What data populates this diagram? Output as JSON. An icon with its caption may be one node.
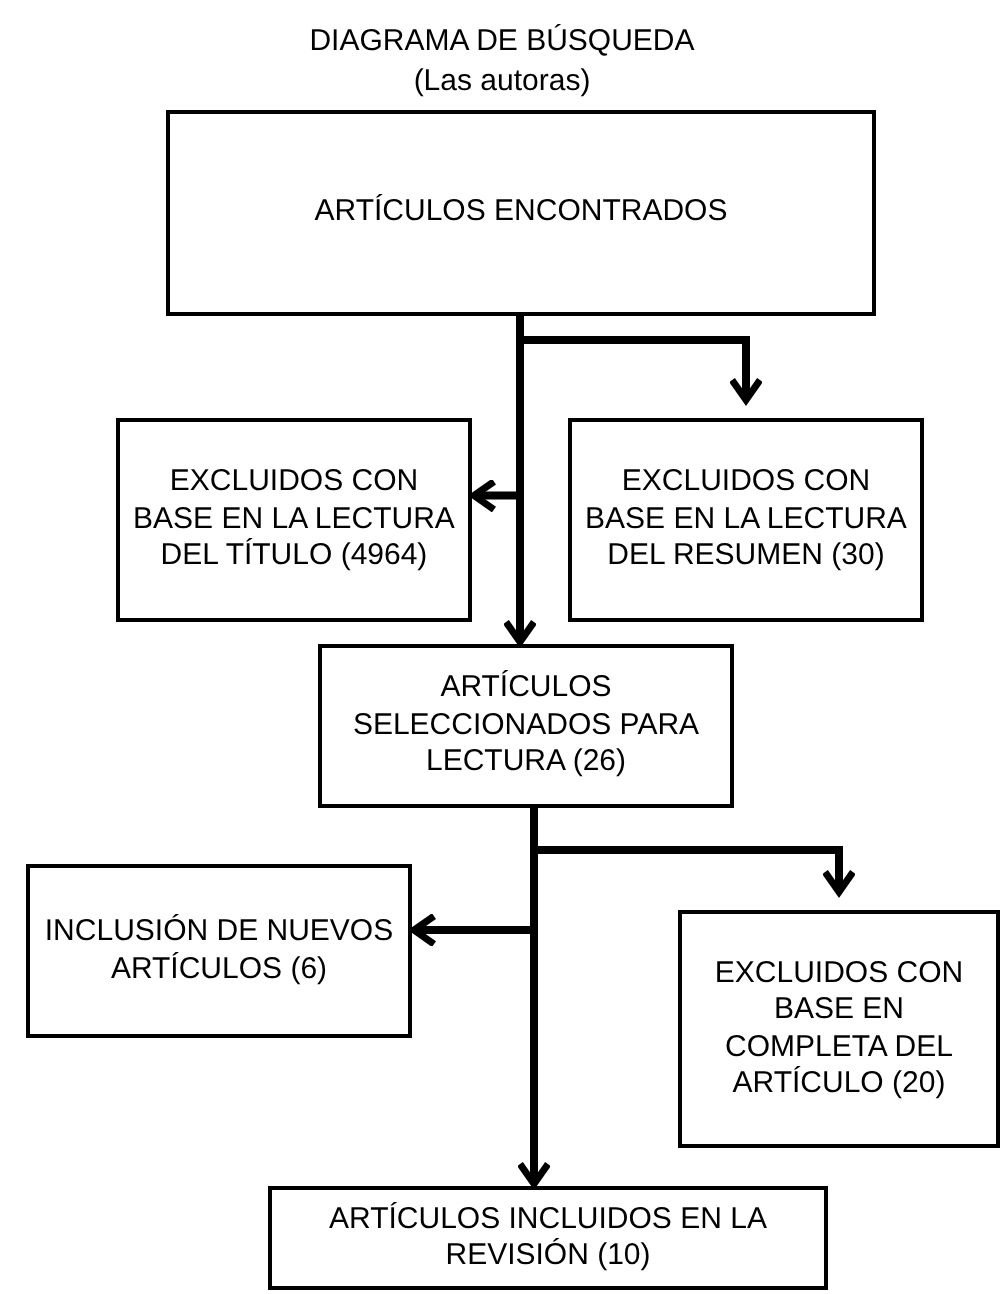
{
  "diagram": {
    "title": "DIAGRAMA DE BÚSQUEDA",
    "nodes": [
      {
        "text": [
          "ARTÍCULOS ENCONTRADOS"
        ]
      },
      {
        "text": [
          "EXCLUIDOS CON BASE EN LA LECTURA DEL TÍTULO (4964)"
        ]
      },
      {
        "text": [
          "EXCLUIDOS CON BASE EN LA LECTURA DEL RESUMEN (30)"
        ]
      },
      {
        "text": [
          "ARTÍCULOS SELECCIONADOS PARA LECTURA (26)"
        ]
      },
      {
        "text": [
          "INCLUSIÓN DE NUEVOS ARTÍCULOS (6)"
        ]
      },
      {
        "text": [
          "EXCLUIDOS CON BASE EN COMPLETA DEL ARTÍCULO (20)"
        ]
      },
      {
        "text": [
          "ARTÍCULOS INCLUIDOS EN LA REVISIÓN (10)"
        ]
      }
    ],
    "edges": [
      {
        "from": 0,
        "to": 1,
        "arrow": "to"
      },
      {
        "from": 0,
        "to": 2,
        "arrow": "to"
      },
      {
        "from": 0,
        "to": 3,
        "arrow": "to"
      },
      {
        "from": 3,
        "to": 4,
        "arrow": "to"
      },
      {
        "from": 3,
        "to": 5,
        "arrow": "to"
      },
      {
        "from": 3,
        "to": 6,
        "arrow": "to"
      }
    ],
    "labels": [
      "(Las autoras)"
    ]
  }
}
